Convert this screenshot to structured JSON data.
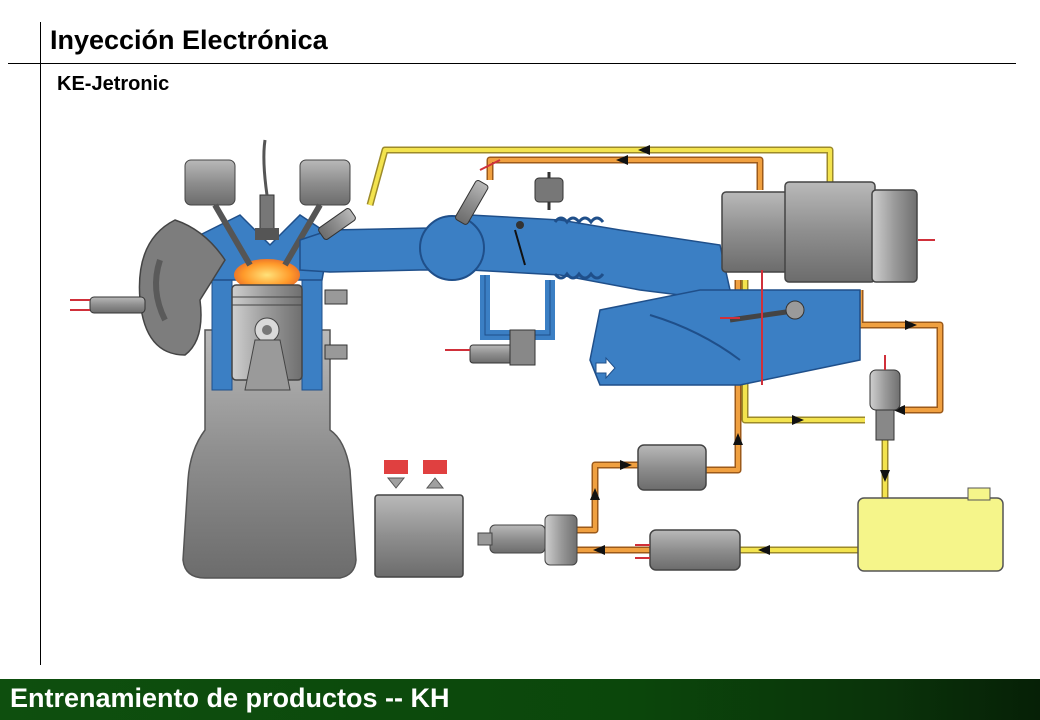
{
  "header": {
    "title": "Inyección Electrónica",
    "subtitle": "KE-Jetronic"
  },
  "footer": {
    "text": "Entrenamiento de productos -- KH"
  },
  "colors": {
    "engine_blue": "#3b7fc4",
    "metal_gray": "#8c8c8c",
    "fuel_yellow": "#f3e34e",
    "fuel_orange": "#f0a040",
    "tank_yellow": "#f5f58a",
    "footer_green": "#0e4f0e"
  },
  "icons": [
    "pressure-arrow-icon",
    "air-inlet-arrow-icon",
    "electrical-signal-icon"
  ]
}
